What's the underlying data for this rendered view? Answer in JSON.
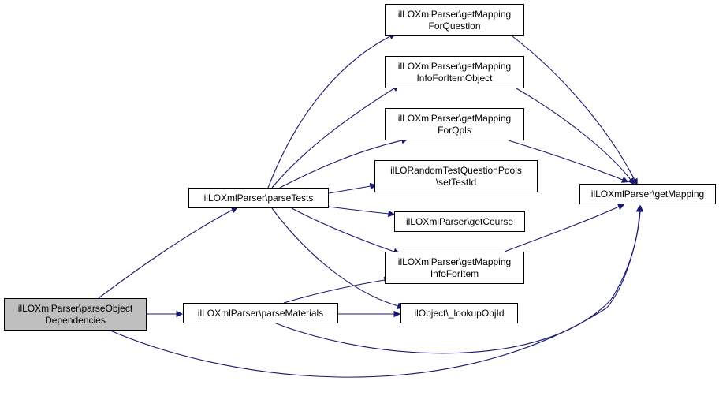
{
  "nodes": {
    "root": {
      "lines": [
        "ilLOXmlParser\\parseObject",
        "Dependencies"
      ]
    },
    "parseTests": {
      "lines": [
        "ilLOXmlParser\\parseTests"
      ]
    },
    "parseMaterials": {
      "lines": [
        "ilLOXmlParser\\parseMaterials"
      ]
    },
    "getMappingForQuestion": {
      "lines": [
        "ilLOXmlParser\\getMapping",
        "ForQuestion"
      ]
    },
    "getMappingInfoForItemObject": {
      "lines": [
        "ilLOXmlParser\\getMapping",
        "InfoForItemObject"
      ]
    },
    "getMappingForQpls": {
      "lines": [
        "ilLOXmlParser\\getMapping",
        "ForQpls"
      ]
    },
    "setTestId": {
      "lines": [
        "ilLORandomTestQuestionPools",
        "\\setTestId"
      ]
    },
    "getCourse": {
      "lines": [
        "ilLOXmlParser\\getCourse"
      ]
    },
    "getMappingInfoForItem": {
      "lines": [
        "ilLOXmlParser\\getMapping",
        "InfoForItem"
      ]
    },
    "lookupObjId": {
      "lines": [
        "ilObject\\_lookupObjId"
      ]
    },
    "getMapping": {
      "lines": [
        "ilLOXmlParser\\getMapping"
      ]
    }
  },
  "edges": [
    [
      "root",
      "parseTests"
    ],
    [
      "root",
      "parseMaterials"
    ],
    [
      "root",
      "getMapping"
    ],
    [
      "parseTests",
      "getMappingForQuestion"
    ],
    [
      "parseTests",
      "getMappingInfoForItemObject"
    ],
    [
      "parseTests",
      "getMappingForQpls"
    ],
    [
      "parseTests",
      "setTestId"
    ],
    [
      "parseTests",
      "getCourse"
    ],
    [
      "parseTests",
      "getMappingInfoForItem"
    ],
    [
      "parseTests",
      "lookupObjId"
    ],
    [
      "parseMaterials",
      "getMappingInfoForItem"
    ],
    [
      "parseMaterials",
      "lookupObjId"
    ],
    [
      "parseMaterials",
      "getMapping"
    ],
    [
      "getMappingForQuestion",
      "getMapping"
    ],
    [
      "getMappingInfoForItemObject",
      "getMapping"
    ],
    [
      "getMappingForQpls",
      "getMapping"
    ],
    [
      "getMappingInfoForItem",
      "getMapping"
    ]
  ],
  "colors": {
    "edge": "#191970",
    "root_fill": "#bfbfbf",
    "node_fill": "#ffffff",
    "border": "#000000"
  }
}
